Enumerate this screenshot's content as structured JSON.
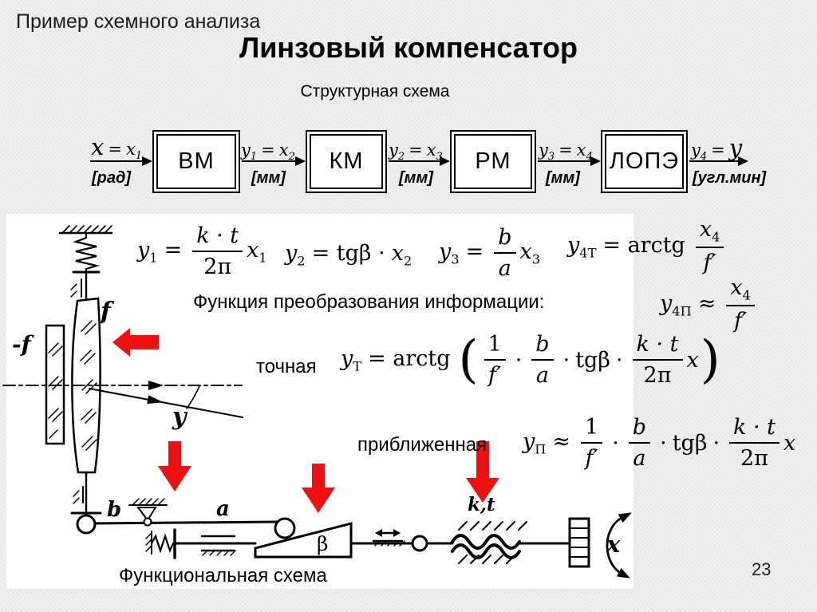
{
  "slide": {
    "kicker": "Пример схемного анализа",
    "title": "Линзовый компенсатор",
    "structural_caption": "Структурная схема",
    "functional_caption": "Функциональная схема",
    "page_number": "23",
    "accent_red": "#ee1111"
  },
  "block_diagram": {
    "blocks": [
      {
        "label": "ВМ"
      },
      {
        "label": "КМ"
      },
      {
        "label": "РМ"
      },
      {
        "label": "ЛОПЭ"
      }
    ],
    "signals": [
      {
        "a": "x",
        "a_sub": "",
        "eq": "=",
        "b": "x",
        "b_sub": "1",
        "unit": "[рад]"
      },
      {
        "a": "y",
        "a_sub": "1",
        "eq": "=",
        "b": "x",
        "b_sub": "2",
        "unit": "[мм]"
      },
      {
        "a": "y",
        "a_sub": "2",
        "eq": "=",
        "b": "x",
        "b_sub": "3",
        "unit": "[мм]"
      },
      {
        "a": "y",
        "a_sub": "3",
        "eq": "=",
        "b": "x",
        "b_sub": "4",
        "unit": "[мм]"
      },
      {
        "a": "y",
        "a_sub": "4",
        "eq": "=",
        "b": "y",
        "b_sub": "",
        "unit": "[угл.мин]"
      }
    ]
  },
  "formulas": {
    "f1": {
      "lhs": "y",
      "lhs_sub": "1",
      "eq": "=",
      "num": "k · t",
      "den": "2π",
      "tail": "x",
      "tail_sub": "1"
    },
    "f2": {
      "lhs": "y",
      "lhs_sub": "2",
      "eq": "= tgβ ·",
      "tail": "x",
      "tail_sub": "2"
    },
    "f3": {
      "lhs": "y",
      "lhs_sub": "3",
      "eq": "=",
      "num": "b",
      "den": "a",
      "tail": "x",
      "tail_sub": "3"
    },
    "f4t": {
      "lhs": "y",
      "lhs_sub": "4Т",
      "eq": "= arctg",
      "num": "x",
      "num_sub": "4",
      "den": "f′"
    },
    "f4p": {
      "lhs": "y",
      "lhs_sub": "4П",
      "eq": "≈",
      "num": "x",
      "num_sub": "4",
      "den": "f′"
    },
    "transfer_caption": "Функция преобразования информации:",
    "exact_label": "точная",
    "exact": {
      "lhs": "y",
      "lhs_sub": "Т",
      "eq": "= arctg",
      "open": "(",
      "close": ")",
      "f1num": "1",
      "f1den": "f′",
      "dot": "·",
      "f2num": "b",
      "f2den": "a",
      "tg": "tgβ",
      "f3num": "k · t",
      "f3den": "2π",
      "tail": "x"
    },
    "approx_label": "приближенная",
    "approx": {
      "lhs": "y",
      "lhs_sub": "П",
      "eq": "≈",
      "f1num": "1",
      "f1den": "f′",
      "dot": "·",
      "f2num": "b",
      "f2den": "a",
      "tg": "tgβ",
      "f3num": "k · t",
      "f3den": "2π",
      "tail": "x"
    }
  },
  "functional_labels": {
    "pos_lens": "f",
    "neg_lens": "-f",
    "angle": "y",
    "lever_b": "b",
    "lever_a": "a",
    "wedge": "β",
    "spring": "k,t",
    "rotation": "x"
  }
}
